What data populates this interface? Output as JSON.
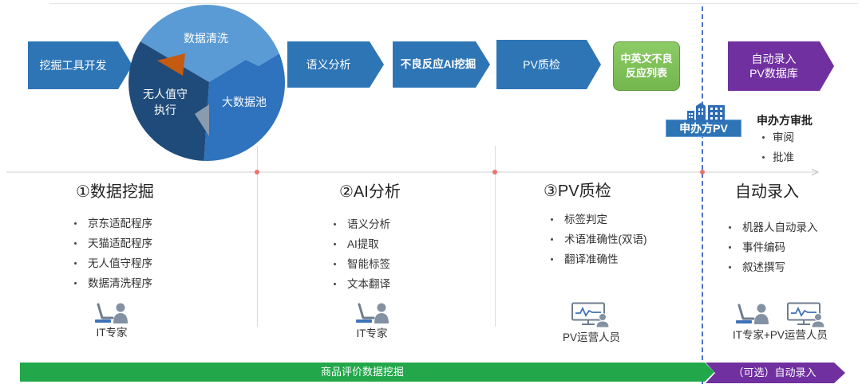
{
  "flow": {
    "tool_dev": "挖掘工具开发",
    "pie": {
      "cleaning": "数据清洗",
      "unattended": [
        "无人值守",
        "执行"
      ],
      "big_data_pool": "大数据池"
    },
    "semantic_analysis": "语义分析",
    "adr_ai_mining": "不良反应AI挖掘",
    "pv_qc": "PV质检",
    "adr_list": [
      "中英文不良",
      "反应列表"
    ],
    "auto_entry_db": [
      "自动录入",
      "PV数据库"
    ],
    "sponsor_pv": "申办方PV",
    "sponsor_approval": {
      "title": "申办方审批",
      "items": [
        "审阅",
        "批准"
      ]
    }
  },
  "stages": [
    {
      "title": "①数据挖掘",
      "items": [
        "京东适配程序",
        "天猫适配程序",
        "无人值守程序",
        "数据清洗程序"
      ],
      "role": "IT专家",
      "role_icons": [
        "it-expert-icon"
      ]
    },
    {
      "title": "②AI分析",
      "items": [
        "语义分析",
        "AI提取",
        "智能标签",
        "文本翻译"
      ],
      "role": "IT专家",
      "role_icons": [
        "it-expert-icon"
      ]
    },
    {
      "title": "③PV质检",
      "items": [
        "标签判定",
        "术语准确性(双语)",
        "翻译准确性"
      ],
      "role": "PV运营人员",
      "role_icons": [
        "pv-operator-icon"
      ]
    },
    {
      "title": "自动录入",
      "items": [
        "机器人自动录入",
        "事件编码",
        "叙述撰写"
      ],
      "role": "IT专家+PV运营人员",
      "role_icons": [
        "it-expert-icon",
        "pv-operator-icon"
      ]
    }
  ],
  "bottom_bars": {
    "main": "商品评价数据挖掘",
    "optional": "（可选）自动录入"
  },
  "icons": {
    "sponsor": "building-icon"
  },
  "colors": {
    "arrow_blue": "#2E75B6",
    "pie_light": "#5B9BD5",
    "pie_mid": "#2F72BE",
    "pie_dark": "#1F4B7A",
    "accent_orange": "#C55A11",
    "list_green": "#74B74E",
    "purple": "#7030A0",
    "bar_green": "#22A84A",
    "milestone_red": "#E8736F",
    "divider_blue": "#4A74C9"
  }
}
